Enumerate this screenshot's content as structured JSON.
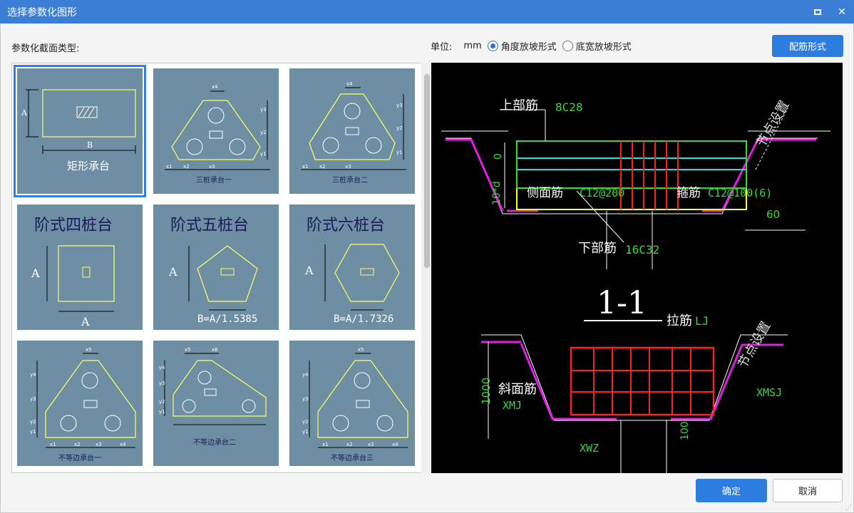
{
  "window": {
    "title": "选择参数化图形",
    "maximize_glyph": "▫",
    "close_glyph": "✕"
  },
  "section_label": "参数化截面类型:",
  "unit": {
    "label": "单位:",
    "value": "mm"
  },
  "slope_options": [
    {
      "label": "角度放坡形式",
      "selected": true
    },
    {
      "label": "底宽放坡形式",
      "selected": false
    }
  ],
  "buttons": {
    "rebar_form": "配筋形式",
    "ok": "确定",
    "cancel": "取消"
  },
  "colors": {
    "accent": "#2d7de0",
    "tile_bg": "#6e8fa3",
    "outline": "#ffff66"
  },
  "tiles": [
    {
      "id": "rect",
      "caption": "矩形承台",
      "dims": [
        "A",
        "B"
      ],
      "selected": true
    },
    {
      "id": "tri1",
      "caption": "三桩承台一",
      "dims": [
        "x4",
        "y3",
        "y2",
        "y1",
        "x1",
        "x2",
        "x3"
      ]
    },
    {
      "id": "tri2",
      "caption": "三桩承台二",
      "dims": [
        "x4",
        "y3",
        "y2",
        "y1",
        "x1",
        "x2",
        "x3"
      ]
    },
    {
      "id": "step4",
      "caption": "阶式四桩台",
      "dims": [
        "A",
        "A"
      ]
    },
    {
      "id": "step5",
      "caption": "阶式五桩台",
      "dims": [
        "A"
      ],
      "formula": "B=A/1.5385"
    },
    {
      "id": "step6",
      "caption": "阶式六桩台",
      "dims": [
        "A"
      ],
      "formula": "B=A/1.7326"
    },
    {
      "id": "uneq1",
      "caption": "不等边承台一",
      "dims": [
        "x5",
        "y4",
        "y3",
        "y2",
        "y1",
        "x1",
        "x2",
        "x3",
        "x4"
      ]
    },
    {
      "id": "uneq2",
      "caption": "不等边承台二",
      "dims": [
        "x5",
        "x6",
        "y4",
        "y3",
        "y2",
        "y1"
      ]
    },
    {
      "id": "uneq3",
      "caption": "不等边承台三",
      "dims": [
        "x5",
        "y4",
        "y3",
        "y2",
        "y1",
        "x1",
        "x2",
        "x3",
        "x4"
      ]
    }
  ],
  "preview": {
    "top_bar_label": "上部筋",
    "top_bar_value": "8C28",
    "node_label": "节点设置",
    "side_label": "侧面筋",
    "side_value": "C12@200",
    "stirrup_label": "箍筋",
    "stirrup_value": "C12@100(6)",
    "angle_value": "60",
    "bottom_label": "下部筋",
    "bottom_value": "16C32",
    "dim_zero": "0",
    "dim_10d": "10*d",
    "section_title": "1-1",
    "tie_label": "拉筋",
    "tie_value": "LJ",
    "node_label_2": "节点设置",
    "dim_1000": "1000",
    "slope_label": "斜面筋",
    "slope_value": "XMJ",
    "xmsj": "XMSJ",
    "xwz": "XWZ",
    "dim_100": "100"
  }
}
